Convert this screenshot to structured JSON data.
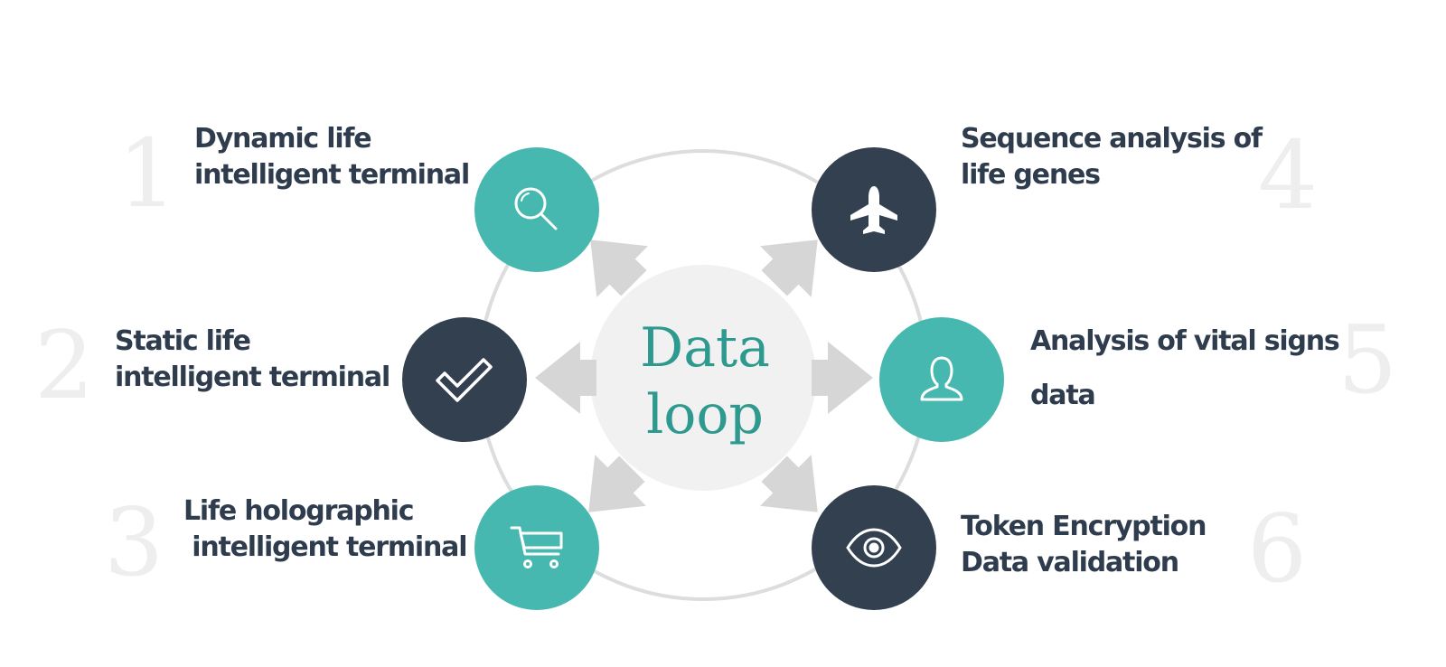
{
  "center": {
    "line1": "Data",
    "line2": "loop"
  },
  "items": [
    {
      "number": "1",
      "line1": "Dynamic life",
      "line2": "intelligent terminal",
      "icon": "search-icon",
      "color": "#47b8b0"
    },
    {
      "number": "2",
      "line1": "Static life",
      "line2": "intelligent terminal",
      "icon": "check-icon",
      "color": "#33404f"
    },
    {
      "number": "3",
      "line1": "Life holographic",
      "line2": " intelligent terminal",
      "icon": "cart-icon",
      "color": "#47b8b0"
    },
    {
      "number": "4",
      "line1": "Sequence analysis of",
      "line2": "life genes",
      "icon": "airplane-icon",
      "color": "#33404f"
    },
    {
      "number": "5",
      "line1": "Analysis of vital signs",
      "line2": "data",
      "icon": "user-icon",
      "color": "#47b8b0"
    },
    {
      "number": "6",
      "line1": "Token Encryption",
      "line2": "Data validation",
      "icon": "eye-icon",
      "color": "#33404f"
    }
  ],
  "colors": {
    "teal": "#47b8b0",
    "navy": "#33404f",
    "ring": "#dddddd",
    "arrow": "#d6d6d6",
    "center_fill": "#f1f1f1",
    "center_text": "#2e9a8f",
    "label_text": "#2e3c4e",
    "number_text": "#eeeeee"
  }
}
